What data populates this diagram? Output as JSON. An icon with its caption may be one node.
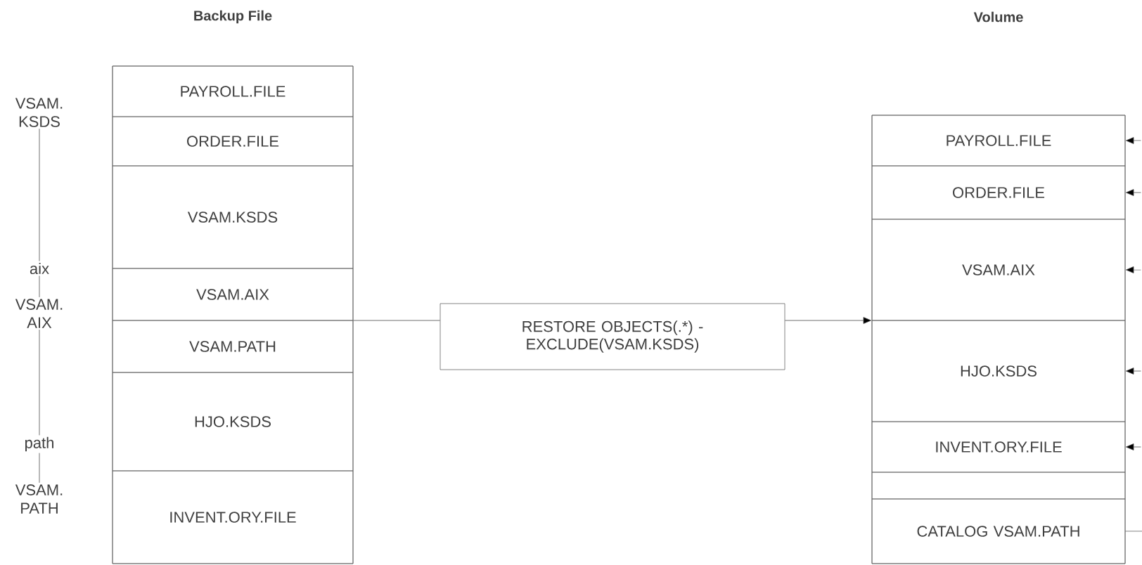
{
  "diagram": {
    "nodes": [
      {
        "text": [
          "VSAM. KSDS"
        ]
      },
      {
        "text": [
          "aix"
        ]
      },
      {
        "text": [
          "VSAM. AIX"
        ]
      },
      {
        "text": [
          "path"
        ]
      },
      {
        "text": [
          "VSAM. PATH"
        ]
      },
      {
        "text": [
          "Backup File"
        ]
      },
      {
        "text": [
          "PAYROLL.FILE"
        ],
        "in": 5
      },
      {
        "text": [
          "ORDER.FILE"
        ],
        "in": 5
      },
      {
        "text": [
          "VSAM.KSDS"
        ],
        "in": 5
      },
      {
        "text": [
          "VSAM.AIX"
        ],
        "in": 5
      },
      {
        "text": [
          "VSAM.PATH"
        ],
        "in": 5
      },
      {
        "text": [
          "HJO.KSDS"
        ],
        "in": 5
      },
      {
        "text": [
          "INVENT.ORY.FILE"
        ],
        "in": 5
      },
      {
        "text": [
          "RESTORE OBJECTS(.*) - EXCLUDE(VSAM.KSDS)"
        ]
      },
      {
        "text": [],
        "shape": "box"
      },
      {
        "text": [
          "PAYROLL.FILE"
        ],
        "in": 14
      },
      {
        "text": [
          "ORDER.FILE"
        ],
        "in": 14
      },
      {
        "text": [
          "VSAM.AIX"
        ],
        "in": 14
      },
      {
        "text": [
          "HJO.KSDS"
        ],
        "in": 14
      },
      {
        "text": [
          "INVENT.ORY.FILE"
        ],
        "in": 14
      },
      {
        "text": [],
        "shape": "box",
        "in": 14
      },
      {
        "text": [
          "CATALOG VSAM.PATH"
        ],
        "in": 14
      }
    ],
    "edges": [
      {
        "from": 0,
        "to": 1,
        "arrow": "none"
      },
      {
        "from": 1,
        "to": 2,
        "arrow": "none"
      },
      {
        "from": 2,
        "to": 3,
        "arrow": "none"
      },
      {
        "from": 3,
        "to": 4,
        "arrow": "none"
      },
      {
        "from": 5,
        "to": 13,
        "arrow": "none"
      },
      {
        "from": 13,
        "to": 14,
        "arrow": "to"
      },
      {
        "from": null,
        "to": 15,
        "arrow": "to"
      },
      {
        "from": null,
        "to": 16,
        "arrow": "to"
      },
      {
        "from": null,
        "to": 17,
        "arrow": "to"
      },
      {
        "from": null,
        "to": 18,
        "arrow": "to"
      },
      {
        "from": null,
        "to": 19,
        "arrow": "to"
      },
      {
        "from": 21,
        "to": null,
        "arrow": "none"
      }
    ],
    "labels": [
      "Volume"
    ]
  }
}
